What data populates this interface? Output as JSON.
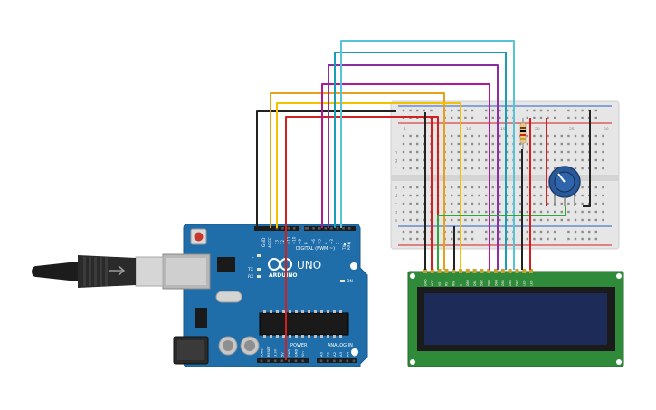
{
  "board": {
    "brand": "ARDUINO",
    "model": "UNO",
    "digital_header": "DIGITAL (PWM ~)",
    "power_label": "POWER",
    "analog_label": "ANALOG IN",
    "on_label": "ON",
    "led_labels": [
      "L",
      "TX",
      "RX"
    ],
    "tx_rx": [
      "TX▶",
      "RX◀"
    ],
    "aref_gnd": [
      "AREF",
      "GND"
    ],
    "digital_pins": [
      "13",
      "12",
      "~11",
      "~10",
      "~9",
      "8",
      "7",
      "~6",
      "~5",
      "4",
      "~3",
      "2",
      "1",
      "0"
    ],
    "power_pins": [
      "IOREF",
      "RESET",
      "3.3V",
      "5V",
      "GND",
      "GND",
      "Vin"
    ],
    "analog_pins": [
      "A0",
      "A1",
      "A2",
      "A3",
      "A4",
      "A5"
    ]
  },
  "lcd": {
    "pin_labels": [
      "GND",
      "VCC",
      "V0",
      "RS",
      "RW",
      "E",
      "DB0",
      "DB1",
      "DB2",
      "DB3",
      "DB4",
      "DB5",
      "DB6",
      "DB7",
      "LED",
      "LED"
    ]
  },
  "breadboard": {
    "row_letters_top": [
      "j",
      "i",
      "h",
      "g",
      "f"
    ],
    "row_letters_bottom": [
      "e",
      "d",
      "c",
      "b",
      "a"
    ],
    "column_numbers": [
      "1",
      "5",
      "10",
      "15",
      "20",
      "25",
      "30"
    ]
  },
  "colors": {
    "board": "#1f6eaa",
    "lcd_pcb": "#2f8a3a",
    "lcd_screen": "#1c2b57",
    "breadboard": "#e4e4e4",
    "wire_black": "#222222",
    "wire_orange": "#e8a01a",
    "wire_yellow": "#f2c200",
    "wire_red": "#d21f1f",
    "wire_purple": "#8b2ea3",
    "wire_magenta": "#b0189a",
    "wire_teal": "#1a9bb8",
    "wire_lightblue": "#55c3d8",
    "wire_green": "#2ea83b",
    "pot": "#2b5a9a"
  }
}
